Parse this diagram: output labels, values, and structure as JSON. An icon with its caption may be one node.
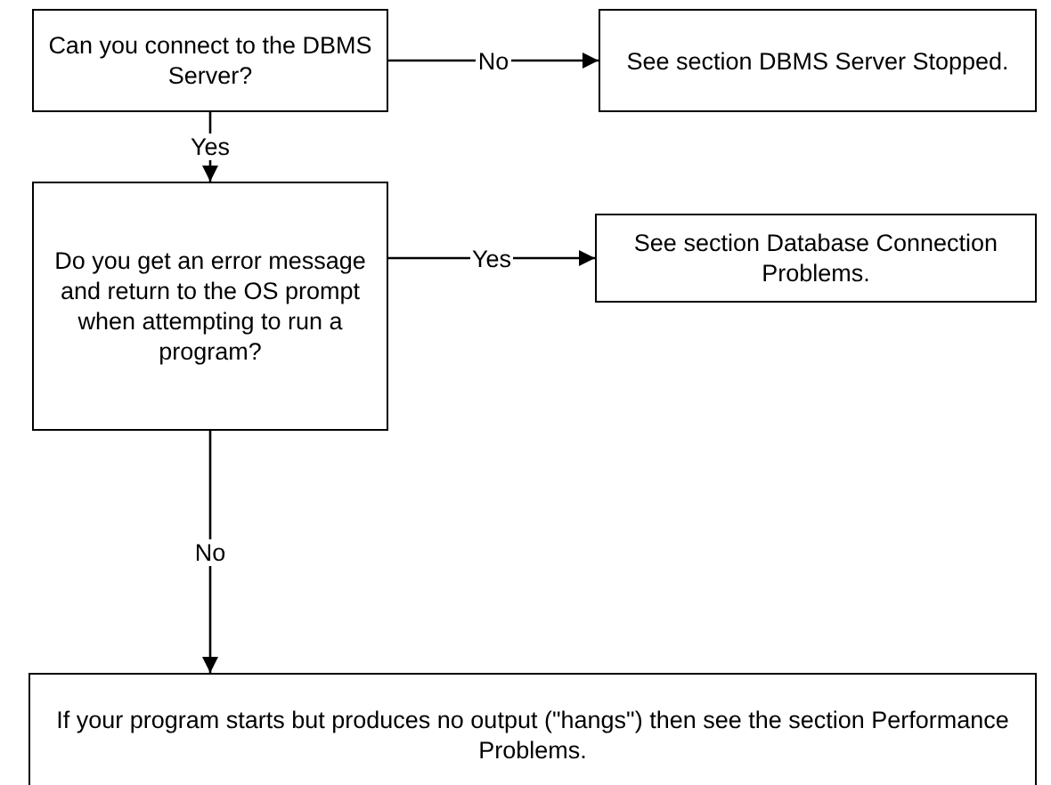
{
  "diagram": {
    "nodes": [
      {
        "text": [
          "Can you connect to the DBMS Server?"
        ]
      },
      {
        "text": [
          "See section DBMS Server Stopped."
        ]
      },
      {
        "text": [
          "Do you get an error message and return to the OS prompt when attempting to run a program?"
        ]
      },
      {
        "text": [
          "See section Database Connection Problems."
        ]
      },
      {
        "text": [
          "If your program starts but produces no output (\"hangs\") then see the section Performance Problems."
        ]
      }
    ],
    "edges": [
      {
        "from": 0,
        "to": 1,
        "arrow": "to",
        "label": "No"
      },
      {
        "from": 0,
        "to": 2,
        "arrow": "to",
        "label": "Yes"
      },
      {
        "from": 2,
        "to": 3,
        "arrow": "to",
        "label": "Yes"
      },
      {
        "from": 2,
        "to": 4,
        "arrow": "to",
        "label": "No"
      }
    ]
  }
}
